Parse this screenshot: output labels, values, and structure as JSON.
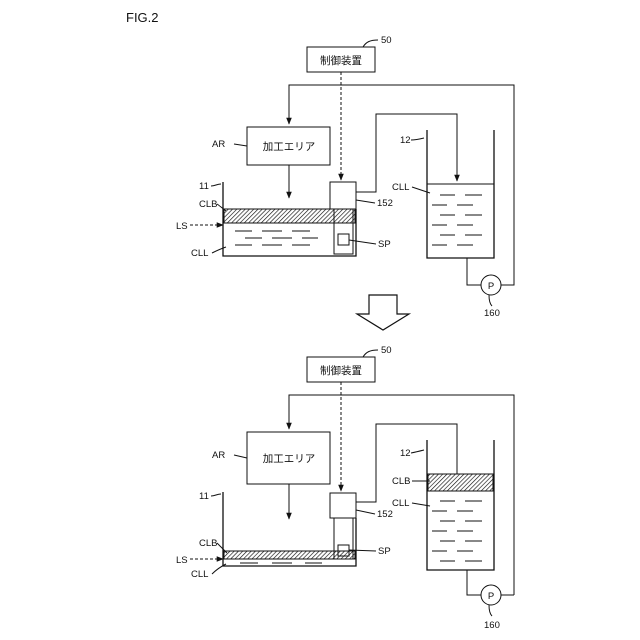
{
  "figure": {
    "label": "FIG.2",
    "labels": {
      "controller_ref": "50",
      "controller": "制御装置",
      "area_ref": "AR",
      "area": "加工エリア",
      "tank1": "11",
      "tank2": "12",
      "clb": "CLB",
      "cll": "CLL",
      "ls": "LS",
      "sensor": "152",
      "sp": "SP",
      "pump": "P",
      "pump_ref": "160"
    }
  }
}
